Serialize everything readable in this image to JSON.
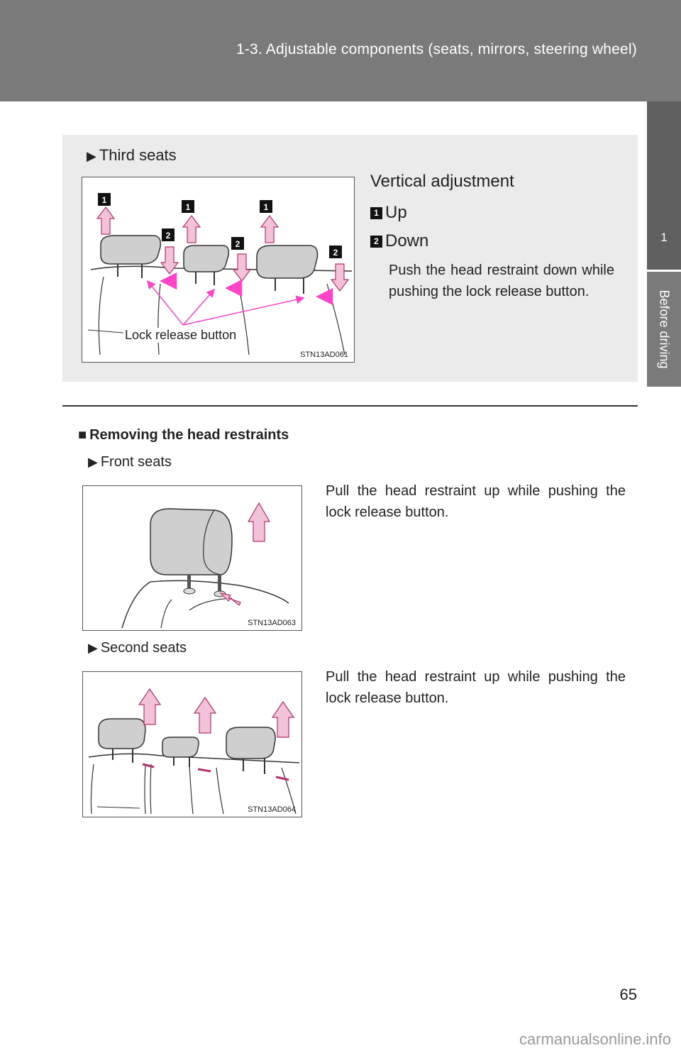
{
  "header": {
    "title": "1-3. Adjustable components (seats, mirrors, steering wheel)"
  },
  "side_tab": {
    "number": "1",
    "label": "Before driving"
  },
  "third_seats": {
    "heading": "Third seats",
    "figure_code": "STN13AD061",
    "lock_label": "Lock release button",
    "badge_up": "1",
    "badge_down": "2",
    "title": "Vertical adjustment",
    "up_label": "Up",
    "down_label": "Down",
    "instruction": "Push the head restraint down while pushing the lock release button."
  },
  "removing": {
    "heading": "Removing the head restraints",
    "front": {
      "heading": "Front seats",
      "figure_code": "STN13AD063",
      "instruction": "Pull the head restraint up while pushing the lock release button."
    },
    "second": {
      "heading": "Second seats",
      "figure_code": "STN13AD064",
      "instruction": "Pull the head restraint up while pushing the lock release button."
    }
  },
  "page_number": "65",
  "watermark": "carmanualsonline.info",
  "colors": {
    "header_bg": "#7a7a7a",
    "side_tab_dark": "#606060",
    "box_bg": "#ebebeb",
    "arrow_fill": "#f2c2d8",
    "arrow_stroke": "#b4326e",
    "pointer_line": "#ff44c8"
  },
  "icons": {
    "bullet": "right-triangle-icon",
    "section_marker": "square-icon"
  }
}
